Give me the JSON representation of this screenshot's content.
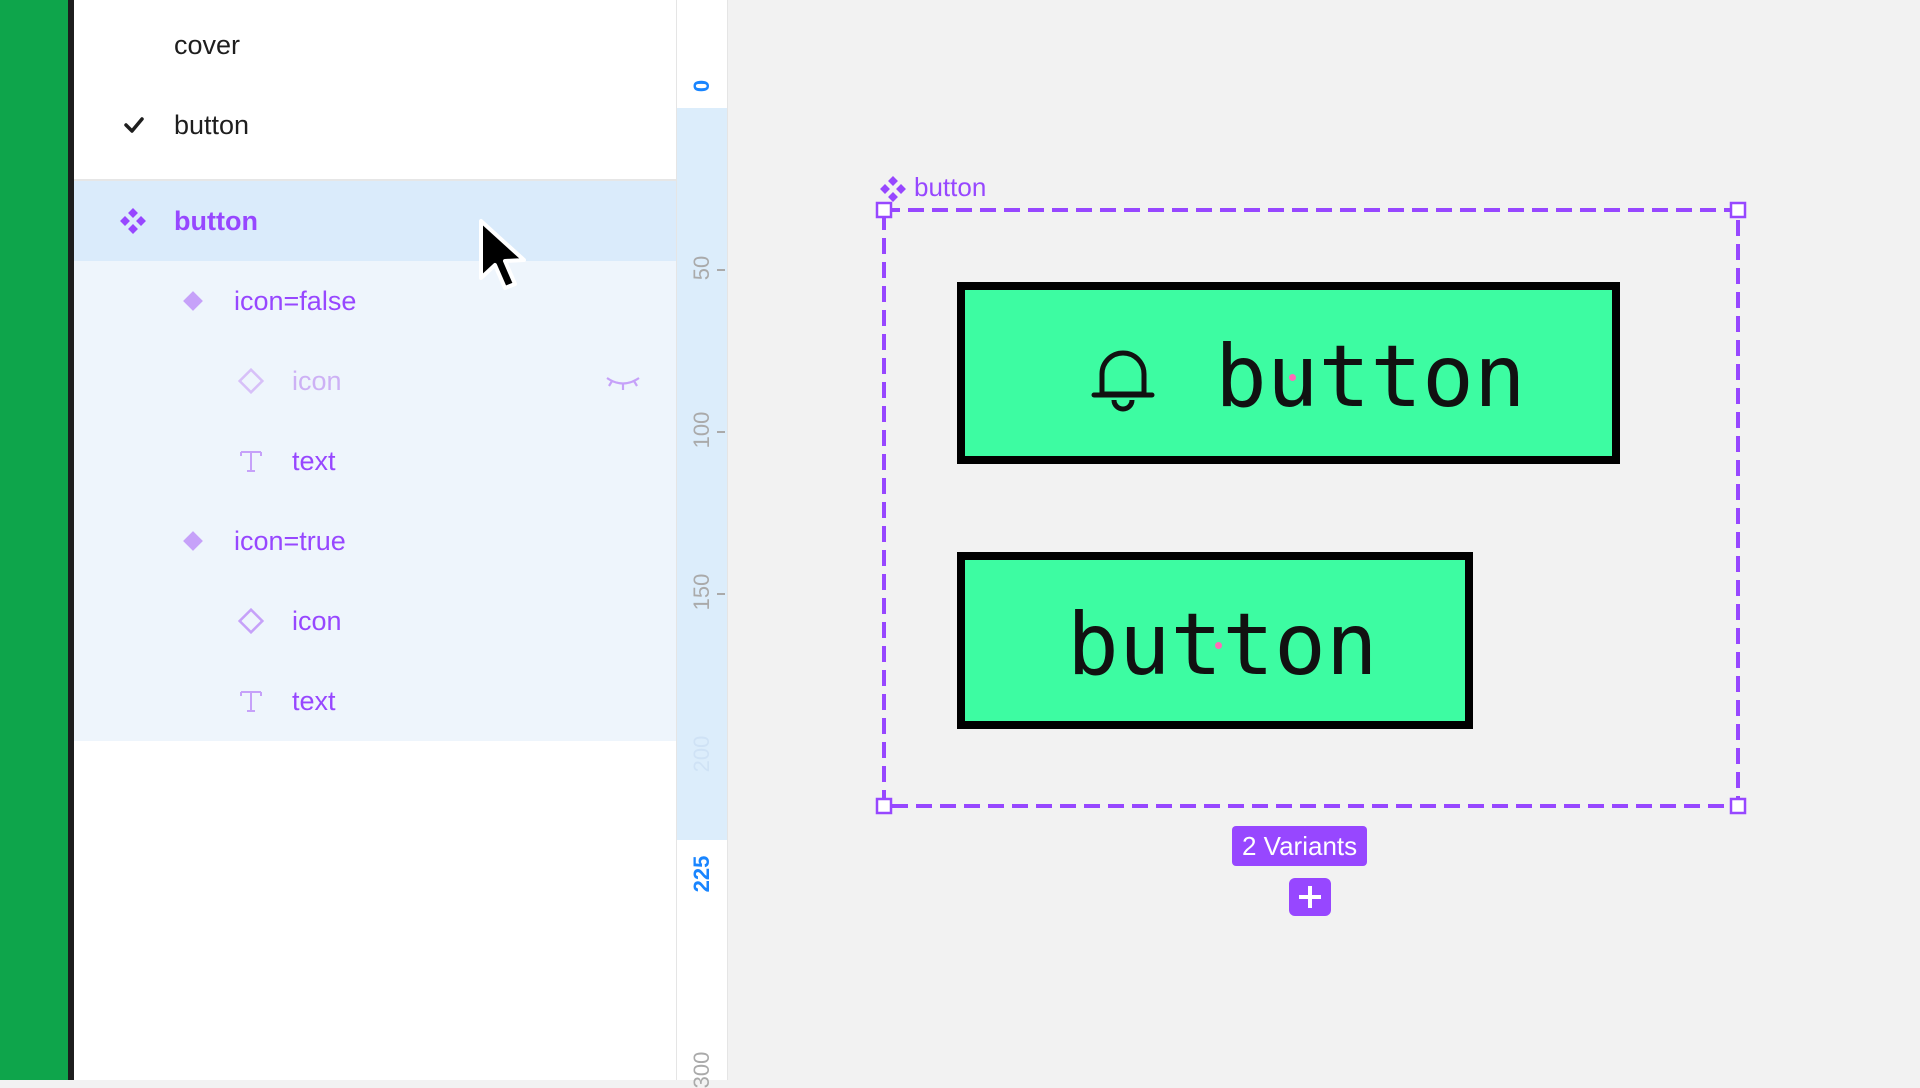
{
  "pages": [
    {
      "label": "cover",
      "checked": false
    },
    {
      "label": "button",
      "checked": true
    }
  ],
  "layers": {
    "component": {
      "label": "button",
      "icon": "component-set-icon"
    },
    "variant_false": {
      "label": "icon=false",
      "icon": "variant-icon"
    },
    "icon_hidden": {
      "label": "icon",
      "icon": "instance-icon",
      "hidden": true
    },
    "text_1": {
      "label": "text",
      "icon": "text-icon"
    },
    "variant_true": {
      "label": "icon=true",
      "icon": "variant-icon"
    },
    "icon_visible": {
      "label": "icon",
      "icon": "instance-icon"
    },
    "text_2": {
      "label": "text",
      "icon": "text-icon"
    }
  },
  "ruler": {
    "labels": [
      "0",
      "50",
      "100",
      "150",
      "200",
      "225",
      "300"
    ],
    "highlight_range": [
      "0",
      "225"
    ]
  },
  "canvas": {
    "frame_label": "button",
    "button_with_icon": "button",
    "button_plain": "button",
    "variants_badge": "2 Variants"
  },
  "colors": {
    "accent": "#9747ff",
    "button_fill": "#3dfca2",
    "button_border": "#000000",
    "ruler_highlight": "#1985ff",
    "selection_bg": "#daebfb",
    "app_bar": "#0ea54b"
  }
}
